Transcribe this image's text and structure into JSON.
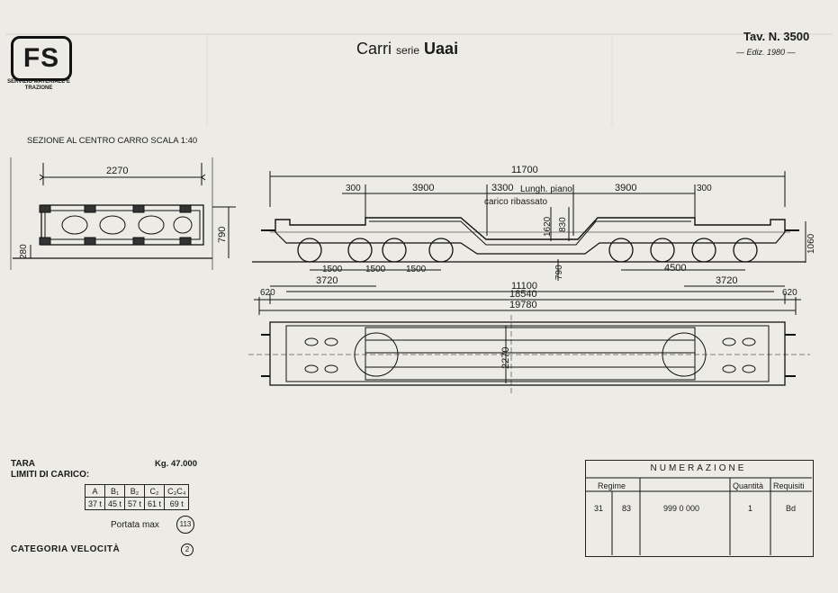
{
  "header": {
    "logo": "FS",
    "logo_sub": "SERVIZIO MATERIALE E TRAZIONE",
    "title_pre": "Carri",
    "title_mid": "serie",
    "title_post": "Uaai",
    "tav": "Tav. N. 3500",
    "ediz": "— Ediz. 1980 —"
  },
  "section": {
    "label": "SEZIONE AL CENTRO CARRO   SCALA 1:40",
    "width": "2270",
    "height": "790",
    "bottom": "280"
  },
  "side_view": {
    "dims_top": [
      "11700",
      "300",
      "3900",
      "3300",
      "3900",
      "300"
    ],
    "note_line1": "Lungh. piano",
    "note_line2": "carico ribassato",
    "vert_dims": [
      "1620",
      "830",
      "790",
      "1060"
    ],
    "dims_bottom": [
      "1500",
      "1500",
      "1500",
      "4500",
      "3720",
      "3720",
      "11100",
      "620",
      "18540",
      "620",
      "19780"
    ]
  },
  "plan_view": {
    "width": "2270"
  },
  "specs": {
    "tara_label": "TARA",
    "tara_value": "Kg. 47.000",
    "limiti_label": "LIMITI DI CARICO:",
    "load_headers": [
      "A",
      "B₁",
      "B₂",
      "C₂",
      "C₃C₄"
    ],
    "load_values": [
      "37 t",
      "45 t",
      "57 t",
      "61 t",
      "69 t"
    ],
    "portata_label": "Portata max",
    "portata_value": "113",
    "categoria_label": "CATEGORIA VELOCITÀ",
    "categoria_value": "2"
  },
  "numerazione": {
    "title": "NUMERAZIONE",
    "headers": {
      "regime": "Regime",
      "quantita": "Quantità",
      "requisiti": "Requisiti"
    },
    "row": {
      "regime_a": "31",
      "regime_b": "83",
      "number": "999 0 000",
      "quantita": "1",
      "requisiti": "Bd"
    }
  }
}
